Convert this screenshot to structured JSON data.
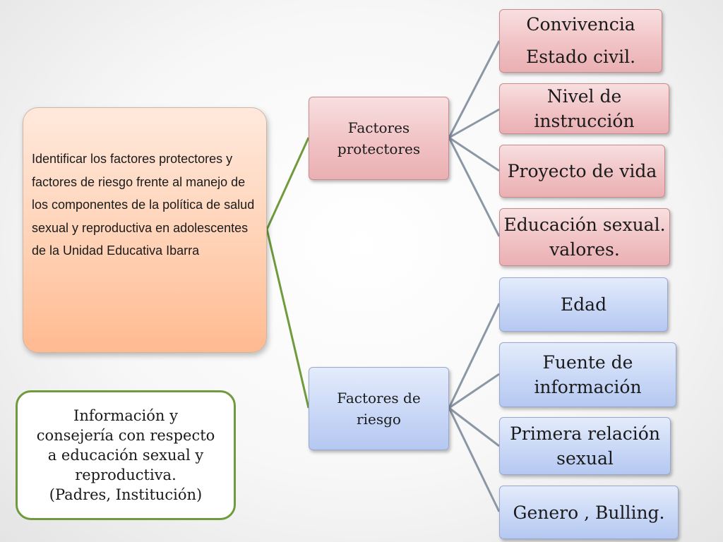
{
  "main_box": {
    "text": "Identificar los factores protectores y factores de riesgo frente al manejo de  los componentes de la política de salud  sexual y reproductiva en adolescentes de la Unidad Educativa Ibarra"
  },
  "info_box": {
    "lines": [
      "Información y",
      "consejería  con respecto",
      "a educación sexual y",
      "reproductiva.",
      "(Padres, Institución)"
    ]
  },
  "protectores": {
    "label_lines": [
      "Factores",
      "protectores"
    ],
    "items": [
      {
        "lines": [
          "Convivencia",
          "Estado civil."
        ]
      },
      {
        "lines": [
          "Nivel de",
          "instrucción"
        ]
      },
      {
        "lines": [
          "Proyecto de vida"
        ]
      },
      {
        "lines": [
          "Educación sexual.",
          "valores."
        ]
      }
    ]
  },
  "riesgo": {
    "label_lines": [
      "Factores  de",
      "riesgo"
    ],
    "items": [
      {
        "lines": [
          "Edad"
        ]
      },
      {
        "lines": [
          "Fuente de",
          "información"
        ]
      },
      {
        "lines": [
          "Primera relación",
          "sexual"
        ]
      },
      {
        "lines": [
          "Genero , Bulling."
        ]
      }
    ]
  },
  "colors": {
    "main_connector": "#6f9a3d",
    "branch_connector": "#8c97a6"
  }
}
